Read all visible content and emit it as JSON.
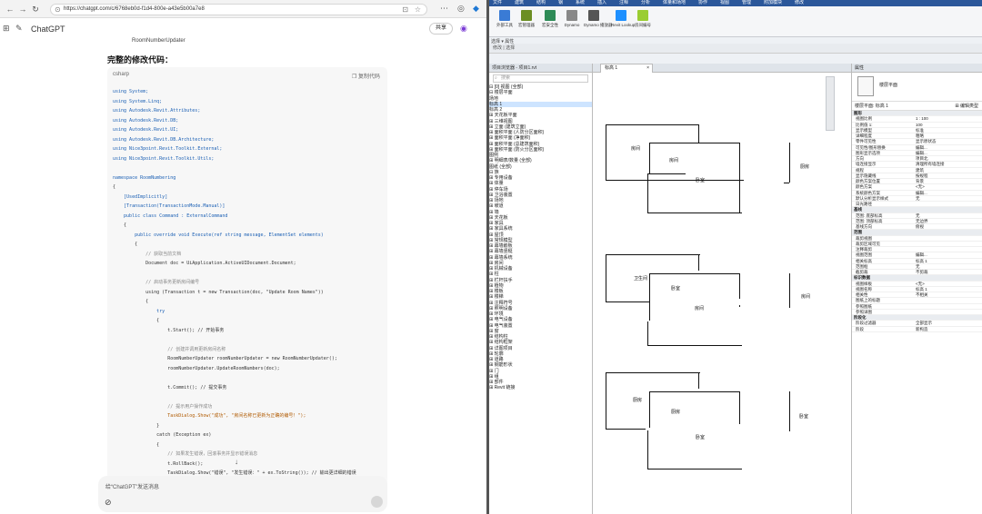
{
  "browser": {
    "url": "https://chatgpt.com/c/6768eb0d-f1d4-800e-a43e5b00a7e8",
    "chat_title": "ChatGPT",
    "share_label": "共享"
  },
  "chat": {
    "partial_line": "RoomNumberUpdater",
    "heading": "完整的修改代码：",
    "code_lang": "csharp",
    "copy_label": "复制代码",
    "code_lines": [
      {
        "t": "using System;",
        "c": "kw"
      },
      {
        "t": "using System.Linq;",
        "c": "kw"
      },
      {
        "t": "using Autodesk.Revit.Attributes;",
        "c": "kw"
      },
      {
        "t": "using Autodesk.Revit.DB;",
        "c": "kw"
      },
      {
        "t": "using Autodesk.Revit.UI;",
        "c": "kw"
      },
      {
        "t": "using Autodesk.Revit.DB.Architecture;",
        "c": "kw"
      },
      {
        "t": "using Nice3point.Revit.Toolkit.External;",
        "c": "kw"
      },
      {
        "t": "using Nice3point.Revit.Toolkit.Utils;",
        "c": "kw"
      },
      {
        "t": "",
        "c": ""
      },
      {
        "t": "namespace RoomNumbering",
        "c": "kw"
      },
      {
        "t": "{",
        "c": ""
      },
      {
        "t": "    [UsedImplicitly]",
        "c": "kw"
      },
      {
        "t": "    [Transaction(TransactionMode.Manual)]",
        "c": "kw"
      },
      {
        "t": "    public class Command : ExternalCommand",
        "c": "kw"
      },
      {
        "t": "    {",
        "c": ""
      },
      {
        "t": "        public override void Execute(ref string message, ElementSet elements)",
        "c": "kw"
      },
      {
        "t": "        {",
        "c": ""
      },
      {
        "t": "            // 获取当前文档",
        "c": "cm"
      },
      {
        "t": "            Document doc = UiApplication.ActiveUIDocument.Document;",
        "c": ""
      },
      {
        "t": "",
        "c": ""
      },
      {
        "t": "            // 启动事务更新房间编号",
        "c": "cm"
      },
      {
        "t": "            using (Transaction t = new Transaction(doc, \"Update Room Names\"))",
        "c": ""
      },
      {
        "t": "            {",
        "c": ""
      },
      {
        "t": "                try",
        "c": "kw"
      },
      {
        "t": "                {",
        "c": ""
      },
      {
        "t": "                    t.Start(); // 开始事务",
        "c": ""
      },
      {
        "t": "",
        "c": ""
      },
      {
        "t": "                    // 创建并调用更新房间名称",
        "c": "cm"
      },
      {
        "t": "                    RoomNumberUpdater roomNumberUpdater = new RoomNumberUpdater();",
        "c": ""
      },
      {
        "t": "                    roomNumberUpdater.UpdateRoomNumbers(doc);",
        "c": ""
      },
      {
        "t": "",
        "c": ""
      },
      {
        "t": "                    t.Commit(); // 提交事务",
        "c": ""
      },
      {
        "t": "",
        "c": ""
      },
      {
        "t": "                    // 提示用户操作成功",
        "c": "cm"
      },
      {
        "t": "                    TaskDialog.Show(\"成功\", \"房间名称已更新为正确的编号！\");",
        "c": "st"
      },
      {
        "t": "                }",
        "c": ""
      },
      {
        "t": "                catch (Exception ex)",
        "c": ""
      },
      {
        "t": "                {",
        "c": ""
      },
      {
        "t": "                    // 如果发生错误，回滚事务并显示错误消息",
        "c": "cm"
      },
      {
        "t": "                    t.RollBack();",
        "c": ""
      },
      {
        "t": "                    TaskDialog.Show(\"错误\", \"发生错误：\" + ex.ToString()); // 输出更详细的错误",
        "c": ""
      },
      {
        "t": "                }",
        "c": ""
      }
    ],
    "input_placeholder": "给“ChatGPT”发送消息"
  },
  "revit": {
    "tabs": [
      "文件",
      "建筑",
      "结构",
      "钢",
      "系统",
      "插入",
      "注释",
      "分析",
      "体量和场地",
      "协作",
      "视图",
      "管理",
      "附加模块",
      "修改"
    ],
    "ribbon_buttons": [
      {
        "label": "外部工具",
        "color": "#3a7bd5"
      },
      {
        "label": "宏管理器",
        "color": "#6b8e23"
      },
      {
        "label": "宏安全性",
        "color": "#2e8b57"
      },
      {
        "label": "Dynamo",
        "color": "#888888"
      },
      {
        "label": "Dynamo 播放器",
        "color": "#555555"
      },
      {
        "label": "Revit Lookup",
        "color": "#1e90ff"
      },
      {
        "label": "房间编号",
        "color": "#9acd32"
      }
    ],
    "ribbon_group": "选择 ▾  属性",
    "qat": "修改 | 选择",
    "project_browser": {
      "title": "项目浏览器 - 项目1.rvt",
      "search_placeholder": "搜索",
      "items": [
        "⊟ [0] 视图 (全部)",
        "   ⊟ 楼层平面",
        "        场地",
        "        标高 1",
        "        标高 2",
        "   ⊞ 天花板平面",
        "   ⊞ 三维视图",
        "   ⊞ 立面 (建筑立面)",
        "   ⊞ 面积平面 (人防分区面积)",
        "   ⊞ 面积平面 (净面积)",
        "   ⊞ 面积平面 (总建筑面积)",
        "   ⊞ 面积平面 (防火分区面积)",
        "   图例",
        "⊞ 明细表/数量 (全部)",
        "   图纸 (全部)",
        "⊟ 族",
        "   ⊞ 专用设备",
        "   ⊞ 体量",
        "   ⊞ 停车场",
        "   ⊞ 卫浴装置",
        "   ⊞ 场地",
        "   ⊞ 坡道",
        "   ⊞ 墙",
        "   ⊞ 天花板",
        "   ⊞ 家具",
        "   ⊞ 家具系统",
        "   ⊞ 屋顶",
        "   ⊞ 常规模型",
        "   ⊞ 幕墙嵌板",
        "   ⊞ 幕墙竖梃",
        "   ⊞ 幕墙系统",
        "   ⊞ 房间",
        "   ⊞ 机械设备",
        "   ⊞ 柱",
        "   ⊞ 栏杆扶手",
        "   ⊞ 植物",
        "   ⊞ 楼板",
        "   ⊞ 楼梯",
        "   ⊞ 注释符号",
        "   ⊞ 照明设备",
        "   ⊞ 环境",
        "   ⊞ 电气设备",
        "   ⊞ 电气装置",
        "   ⊞ 窗",
        "   ⊞ 结构柱",
        "   ⊞ 结构框架",
        "   ⊞ 详图项目",
        "   ⊞ 轮廓",
        "   ⊞ 道路",
        "   ⊞ 钢筋形状",
        "   ⊞ 门",
        "   ⊞ 组",
        "   ⊞ 部件",
        "⊞ Revit 链接"
      ]
    },
    "view_tab": "标高 1",
    "rooms": [
      {
        "label": "房间"
      },
      {
        "label": "房间"
      },
      {
        "label": "卧室"
      },
      {
        "label": "厨房"
      },
      {
        "label": "卫生间"
      },
      {
        "label": "卧室"
      },
      {
        "label": "房间"
      },
      {
        "label": "房间"
      },
      {
        "label": "厨房"
      },
      {
        "label": "厨房"
      },
      {
        "label": "卧室"
      },
      {
        "label": "卧室"
      },
      {
        "label": "厨房"
      },
      {
        "label": "房间"
      },
      {
        "label": "房间"
      }
    ],
    "properties": {
      "title": "属性",
      "type_name": "楼层平面",
      "filter": "楼层平面: 标高 1",
      "edit_type": "编辑类型",
      "rows": [
        {
          "k": "图形",
          "v": "",
          "g": true
        },
        {
          "k": "视图比例",
          "v": "1 : 100"
        },
        {
          "k": "比例值 1:",
          "v": "100"
        },
        {
          "k": "显示模型",
          "v": "标准"
        },
        {
          "k": "详细程度",
          "v": "粗略"
        },
        {
          "k": "零件可见性",
          "v": "显示原状态"
        },
        {
          "k": "可见性/图形替换",
          "v": "编辑..."
        },
        {
          "k": "图形显示选项",
          "v": "编辑..."
        },
        {
          "k": "方向",
          "v": "项目北"
        },
        {
          "k": "墙连接显示",
          "v": "清理所有墙连接"
        },
        {
          "k": "规程",
          "v": "建筑"
        },
        {
          "k": "显示隐藏线",
          "v": "按规程"
        },
        {
          "k": "颜色方案位置",
          "v": "背景"
        },
        {
          "k": "颜色方案",
          "v": "<无>"
        },
        {
          "k": "系统颜色方案",
          "v": "编辑..."
        },
        {
          "k": "默认分析显示样式",
          "v": "无"
        },
        {
          "k": "日光路径",
          "v": ""
        },
        {
          "k": "基线",
          "v": "",
          "g": true
        },
        {
          "k": "范围: 底部标高",
          "v": "无"
        },
        {
          "k": "范围: 顶部标高",
          "v": "无边界"
        },
        {
          "k": "基线方向",
          "v": "俯视"
        },
        {
          "k": "范围",
          "v": "",
          "g": true
        },
        {
          "k": "裁剪视图",
          "v": ""
        },
        {
          "k": "裁剪区域可见",
          "v": ""
        },
        {
          "k": "注释裁剪",
          "v": ""
        },
        {
          "k": "视图范围",
          "v": "编辑..."
        },
        {
          "k": "相关标高",
          "v": "标高 1"
        },
        {
          "k": "范围框",
          "v": "无"
        },
        {
          "k": "截剪裁",
          "v": "不剪裁"
        },
        {
          "k": "标识数据",
          "v": "",
          "g": true
        },
        {
          "k": "视图样板",
          "v": "<无>"
        },
        {
          "k": "视图名称",
          "v": "标高 1"
        },
        {
          "k": "相关性",
          "v": "不相关"
        },
        {
          "k": "图纸上的标题",
          "v": ""
        },
        {
          "k": "参照图纸",
          "v": ""
        },
        {
          "k": "参照详图",
          "v": ""
        },
        {
          "k": "阶段化",
          "v": "",
          "g": true
        },
        {
          "k": "阶段过滤器",
          "v": "全部显示"
        },
        {
          "k": "阶段",
          "v": "新构造"
        }
      ]
    }
  }
}
